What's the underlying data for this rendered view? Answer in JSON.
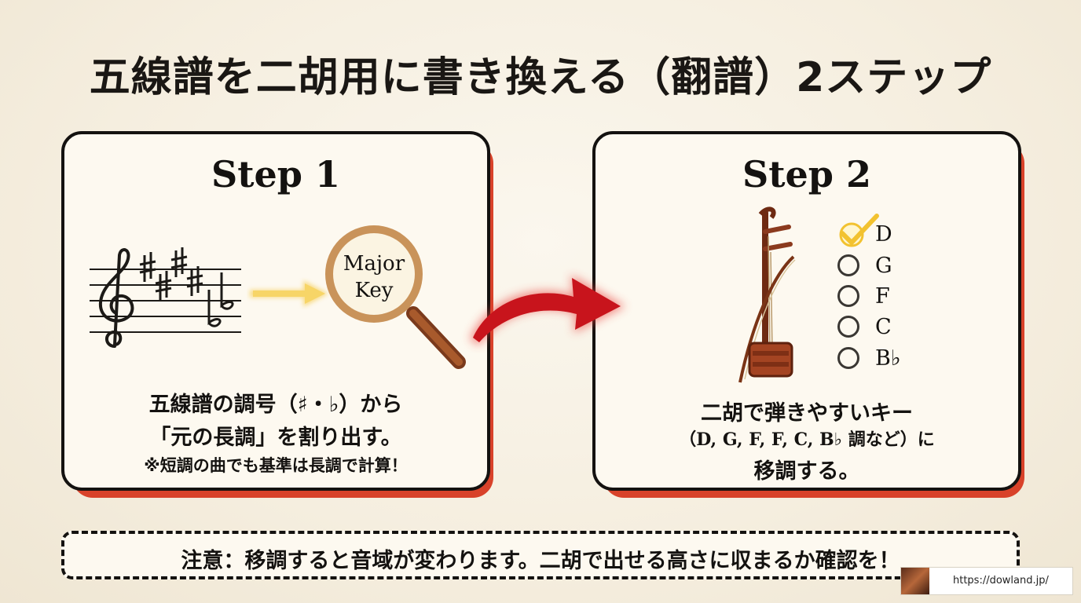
{
  "title": "五線譜を二胡用に書き換える（翻譜）2ステップ",
  "step1": {
    "heading": "Step 1",
    "magnifier_text_line1": "Major",
    "magnifier_text_line2": "Key",
    "desc_line1": "五線譜の調号（♯・♭）から",
    "desc_line2": "「元の長調」を割り出す。",
    "desc_line3": "※短調の曲でも基準は長調で計算！"
  },
  "step2": {
    "heading": "Step 2",
    "options": [
      {
        "label": "D",
        "checked": true
      },
      {
        "label": "G",
        "checked": false
      },
      {
        "label": "F",
        "checked": false
      },
      {
        "label": "C",
        "checked": false
      },
      {
        "label": "B♭",
        "checked": false
      }
    ],
    "desc_line1": "二胡で弾きやすいキー",
    "desc_line2": "（D, G, F, F, C, B♭ 調など）に",
    "desc_line3": "移調する。"
  },
  "note": "注意：移調すると音域が変わります。二胡で出せる高さに収まるか確認を！",
  "url": "https://dowland.jp/",
  "colors": {
    "accent_red": "#d8422a",
    "arrow_red": "#c8141c",
    "arrow_yellow": "#f5c842",
    "checkmark_gold": "#f2c230",
    "wood_brown": "#8b3a1e"
  },
  "icons": [
    "treble-clef-icon",
    "sharp-icon",
    "flat-icon",
    "magnifier-icon",
    "erhu-icon",
    "checkmark-icon",
    "curved-arrow-icon"
  ]
}
